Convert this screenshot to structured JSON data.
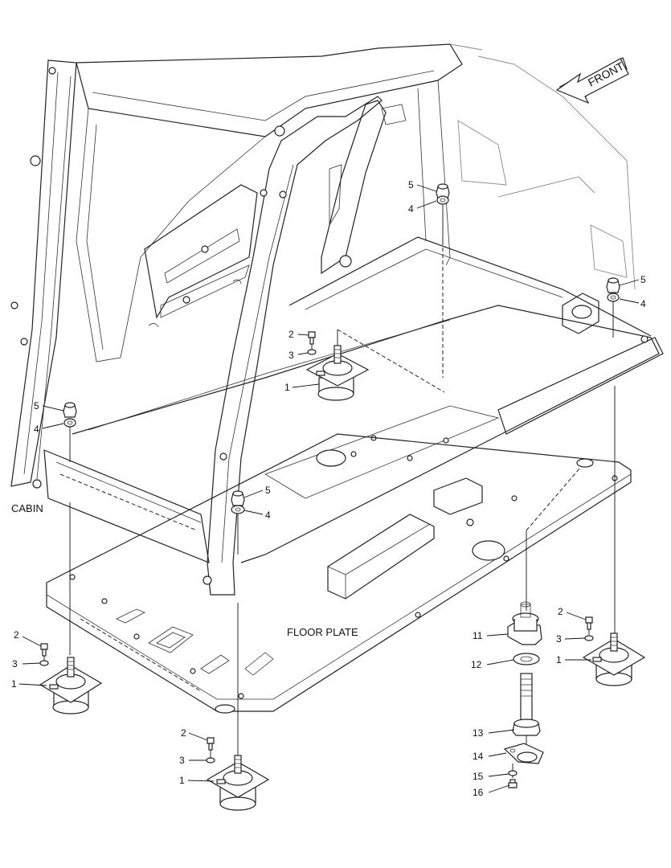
{
  "labels": {
    "cabin": "CABIN",
    "floor_plate": "FLOOR PLATE",
    "front": "FRONT"
  },
  "callouts": [
    {
      "id": "c5-a",
      "text": "5"
    },
    {
      "id": "c4-a",
      "text": "4"
    },
    {
      "id": "c5-b",
      "text": "5"
    },
    {
      "id": "c4-b",
      "text": "4"
    },
    {
      "id": "c2-a",
      "text": "2"
    },
    {
      "id": "c3-a",
      "text": "3"
    },
    {
      "id": "c1-a",
      "text": "1"
    },
    {
      "id": "c5-c",
      "text": "5"
    },
    {
      "id": "c4-c",
      "text": "4"
    },
    {
      "id": "c5-d",
      "text": "5"
    },
    {
      "id": "c4-d",
      "text": "4"
    },
    {
      "id": "c2-b",
      "text": "2"
    },
    {
      "id": "c3-b",
      "text": "3"
    },
    {
      "id": "c1-b",
      "text": "1"
    },
    {
      "id": "c2-c",
      "text": "2"
    },
    {
      "id": "c3-c",
      "text": "3"
    },
    {
      "id": "c1-c",
      "text": "1"
    },
    {
      "id": "c2-d",
      "text": "2"
    },
    {
      "id": "c3-d",
      "text": "3"
    },
    {
      "id": "c1-d",
      "text": "1"
    },
    {
      "id": "c11",
      "text": "11"
    },
    {
      "id": "c12",
      "text": "12"
    },
    {
      "id": "c13",
      "text": "13"
    },
    {
      "id": "c14",
      "text": "14"
    },
    {
      "id": "c15",
      "text": "15"
    },
    {
      "id": "c16",
      "text": "16"
    }
  ]
}
